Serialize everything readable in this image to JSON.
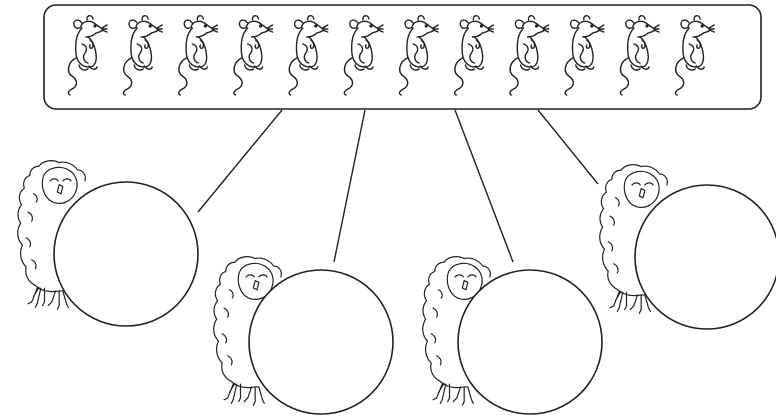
{
  "worksheet": {
    "mouse_count": 12,
    "owl_count": 4,
    "circle_count": 4,
    "stroke_color": "#222222",
    "background_color": "#ffffff",
    "icons": {
      "mouse": "mouse-icon",
      "owl": "owl-icon",
      "answer": "answer-circle"
    }
  }
}
